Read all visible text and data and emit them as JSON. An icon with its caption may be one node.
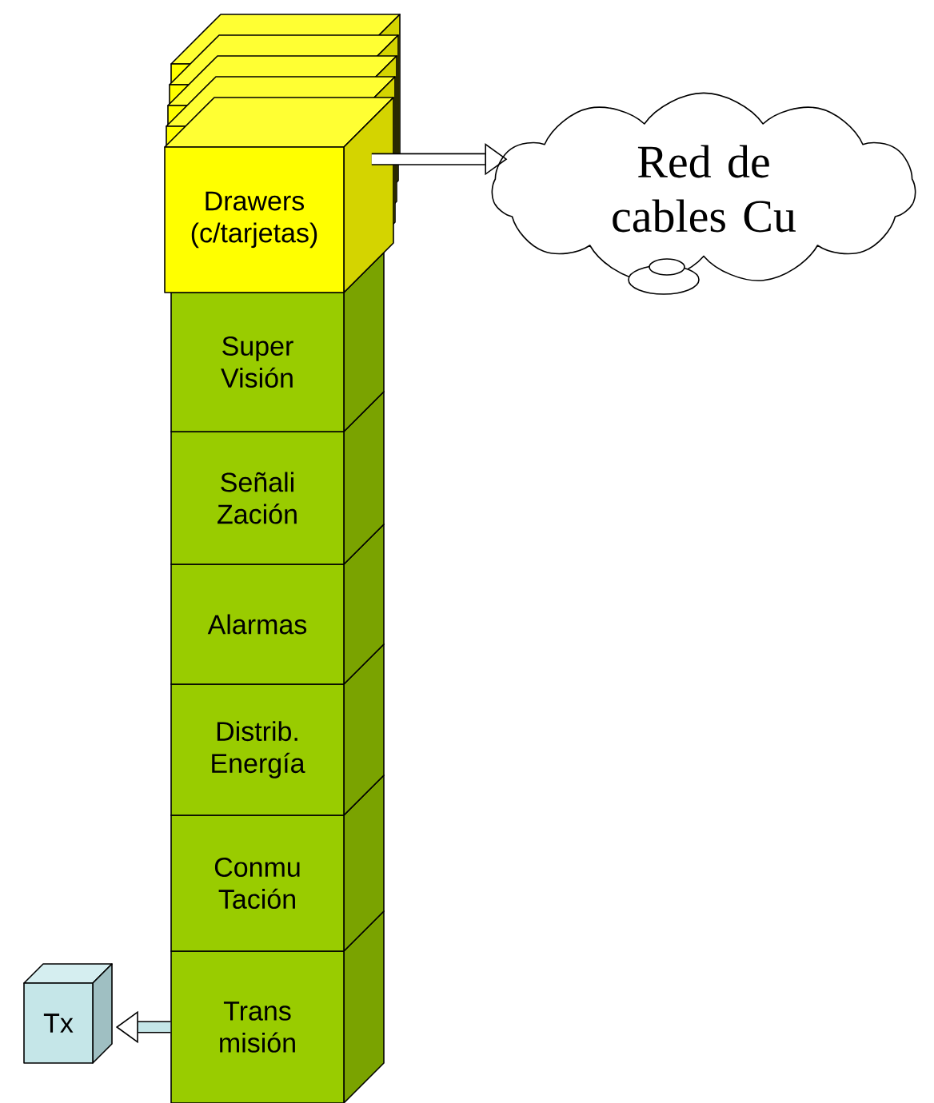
{
  "diagram": {
    "nodes": [
      {
        "text": [
          "Drawers (c/tarjetas)"
        ]
      },
      {
        "text": [
          "Red de cables Cu"
        ]
      },
      {
        "text": [
          "Super Visión"
        ]
      },
      {
        "text": [
          "Señali Zación"
        ]
      },
      {
        "text": [
          "Alarmas"
        ]
      },
      {
        "text": [
          "Distrib. Energía"
        ]
      },
      {
        "text": [
          "Conmu Tación"
        ]
      },
      {
        "text": [
          "Trans misión"
        ]
      },
      {
        "text": [
          "Tx"
        ]
      }
    ],
    "edges": [
      {
        "from": 0,
        "to": 1,
        "arrow": "to"
      },
      {
        "from": 7,
        "to": 8,
        "arrow": "to"
      }
    ]
  }
}
